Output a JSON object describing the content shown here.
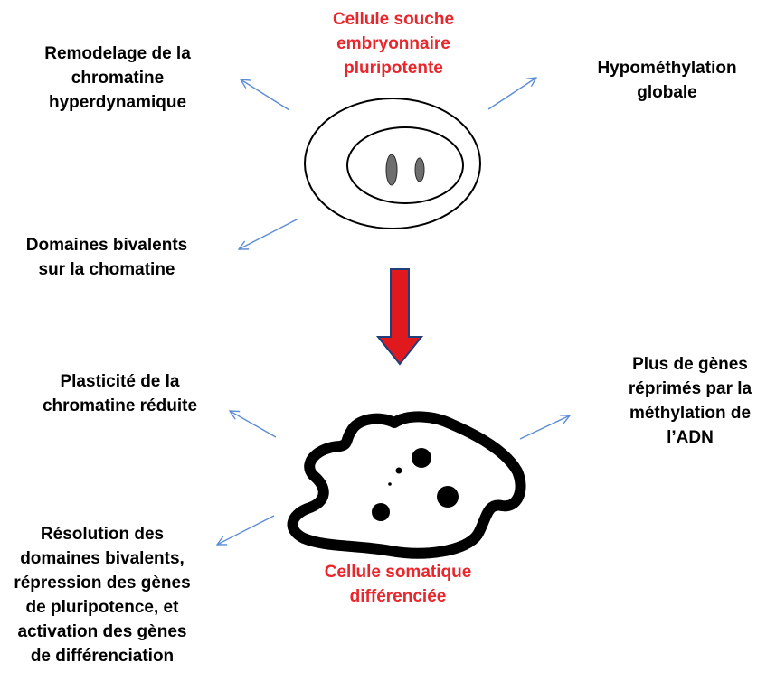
{
  "stem_cell": {
    "title": "Cellule souche\nembryonnaire\npluripotente",
    "features": {
      "top_left": "Remodelage de la\nchromatine\nhyperdynamique",
      "top_right": "Hypométhylation\nglobale",
      "bottom_left": "Domaines bivalents\nsur la chomatine"
    }
  },
  "somatic_cell": {
    "title": "Cellule somatique\ndifférenciée",
    "features": {
      "top_left": "Plasticité de la\nchromatine réduite",
      "right": "Plus de gènes\nréprimés par la\nméthylation de\nl’ADN",
      "bottom_left": "Résolution des\ndomaines bivalents,\nrépression des gènes\nde pluripotence, et\nactivation des gènes\nde différenciation"
    }
  },
  "colors": {
    "title_red": "#e8262b",
    "arrow_blue": "#5b8dd6",
    "transition_arrow": "#e0191f",
    "transition_outline": "#1f3f7a"
  },
  "icons": [
    "thin-arrow-icon",
    "transition-arrow-icon",
    "stem-cell-icon",
    "somatic-cell-icon"
  ]
}
